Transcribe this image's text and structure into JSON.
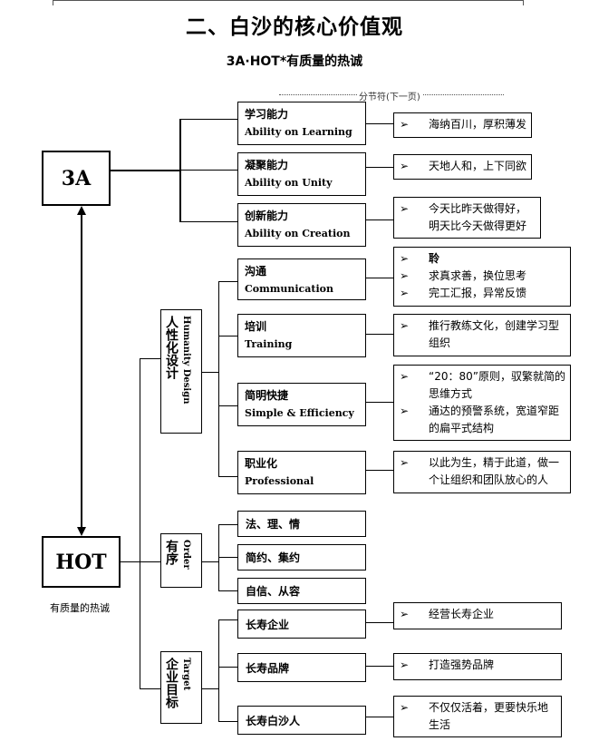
{
  "title": "二、白沙的核心价值观",
  "subtitle": "3A·HOT*有质量的热诚",
  "section_break": "分节符(下一页)",
  "a3": {
    "label": "3A",
    "items": [
      {
        "zh": "学习能力",
        "en": "Ability on Learning",
        "details": [
          "海纳百川，厚积薄发"
        ]
      },
      {
        "zh": "凝聚能力",
        "en": "Ability on Unity",
        "details": [
          "天地人和，上下同欲"
        ]
      },
      {
        "zh": "创新能力",
        "en": "Ability on Creation",
        "details": [
          "今天比昨天做得好，明天比今天做得更好"
        ]
      }
    ]
  },
  "hot": {
    "label": "HOT",
    "note": "有质量的热诚",
    "groups": [
      {
        "zh": "人性化设计",
        "en": "Humanity Design",
        "items": [
          {
            "zh": "沟通",
            "en": "Communication",
            "details": [
              "聆",
              "求真求善，换位思考",
              "完工汇报，异常反馈"
            ]
          },
          {
            "zh": "培训",
            "en": "Training",
            "details": [
              "推行教练文化，创建学习型组织"
            ]
          },
          {
            "zh": "简明快捷",
            "en": "Simple & Efficiency",
            "details": [
              "“20：80”原则，驭繁就简的思维方式",
              "通达的预警系统，宽道窄距的扁平式结构"
            ]
          },
          {
            "zh": "职业化",
            "en": "Professional",
            "details": [
              "以此为生，精于此道，做一个让组织和团队放心的人"
            ]
          }
        ]
      },
      {
        "zh": "有序",
        "en": "Order",
        "items": [
          {
            "zh": "法、理、情"
          },
          {
            "zh": "简约、集约"
          },
          {
            "zh": "自信、从容"
          }
        ]
      },
      {
        "zh": "企业目标",
        "en": "Target",
        "items": [
          {
            "zh": "长寿企业",
            "details": [
              "经营长寿企业"
            ]
          },
          {
            "zh": "长寿品牌",
            "details": [
              "打造强势品牌"
            ]
          },
          {
            "zh": "长寿白沙人",
            "details": [
              "不仅仅活着，更要快乐地生活"
            ]
          }
        ]
      }
    ]
  },
  "bullet": "➢"
}
